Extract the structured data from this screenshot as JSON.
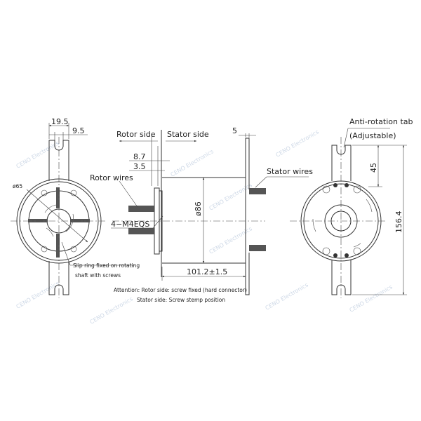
{
  "drawing": {
    "dimensions": {
      "tab_width": "19.5",
      "slot_width": "9.5",
      "flange_thickness": "5",
      "rotor_offset_1": "8.7",
      "rotor_offset_2": "3.5",
      "inner_diameter": "ø65",
      "body_diameter": "ø86",
      "length": "101.2±1.5",
      "tab_height": "45",
      "overall_height": "156.4"
    },
    "labels": {
      "rotor_side": "Rotor side",
      "stator_side": "Stator side",
      "rotor_wires": "Rotor wires",
      "stator_wires": "Stator wires",
      "screws": "4−M4EQS",
      "anti_rotation_tab": "Anti-rotation tab",
      "adjustable": "(Adjustable)",
      "slip_ring_note_1": "Slip ring fixed on rotating",
      "slip_ring_note_2": "shaft with screws"
    },
    "notes": {
      "attention": "Attention: Rotor side: screw fixed (hard connector)",
      "stator": "Stator side: Screw stemp position"
    },
    "watermark": "CENO Electronics"
  }
}
